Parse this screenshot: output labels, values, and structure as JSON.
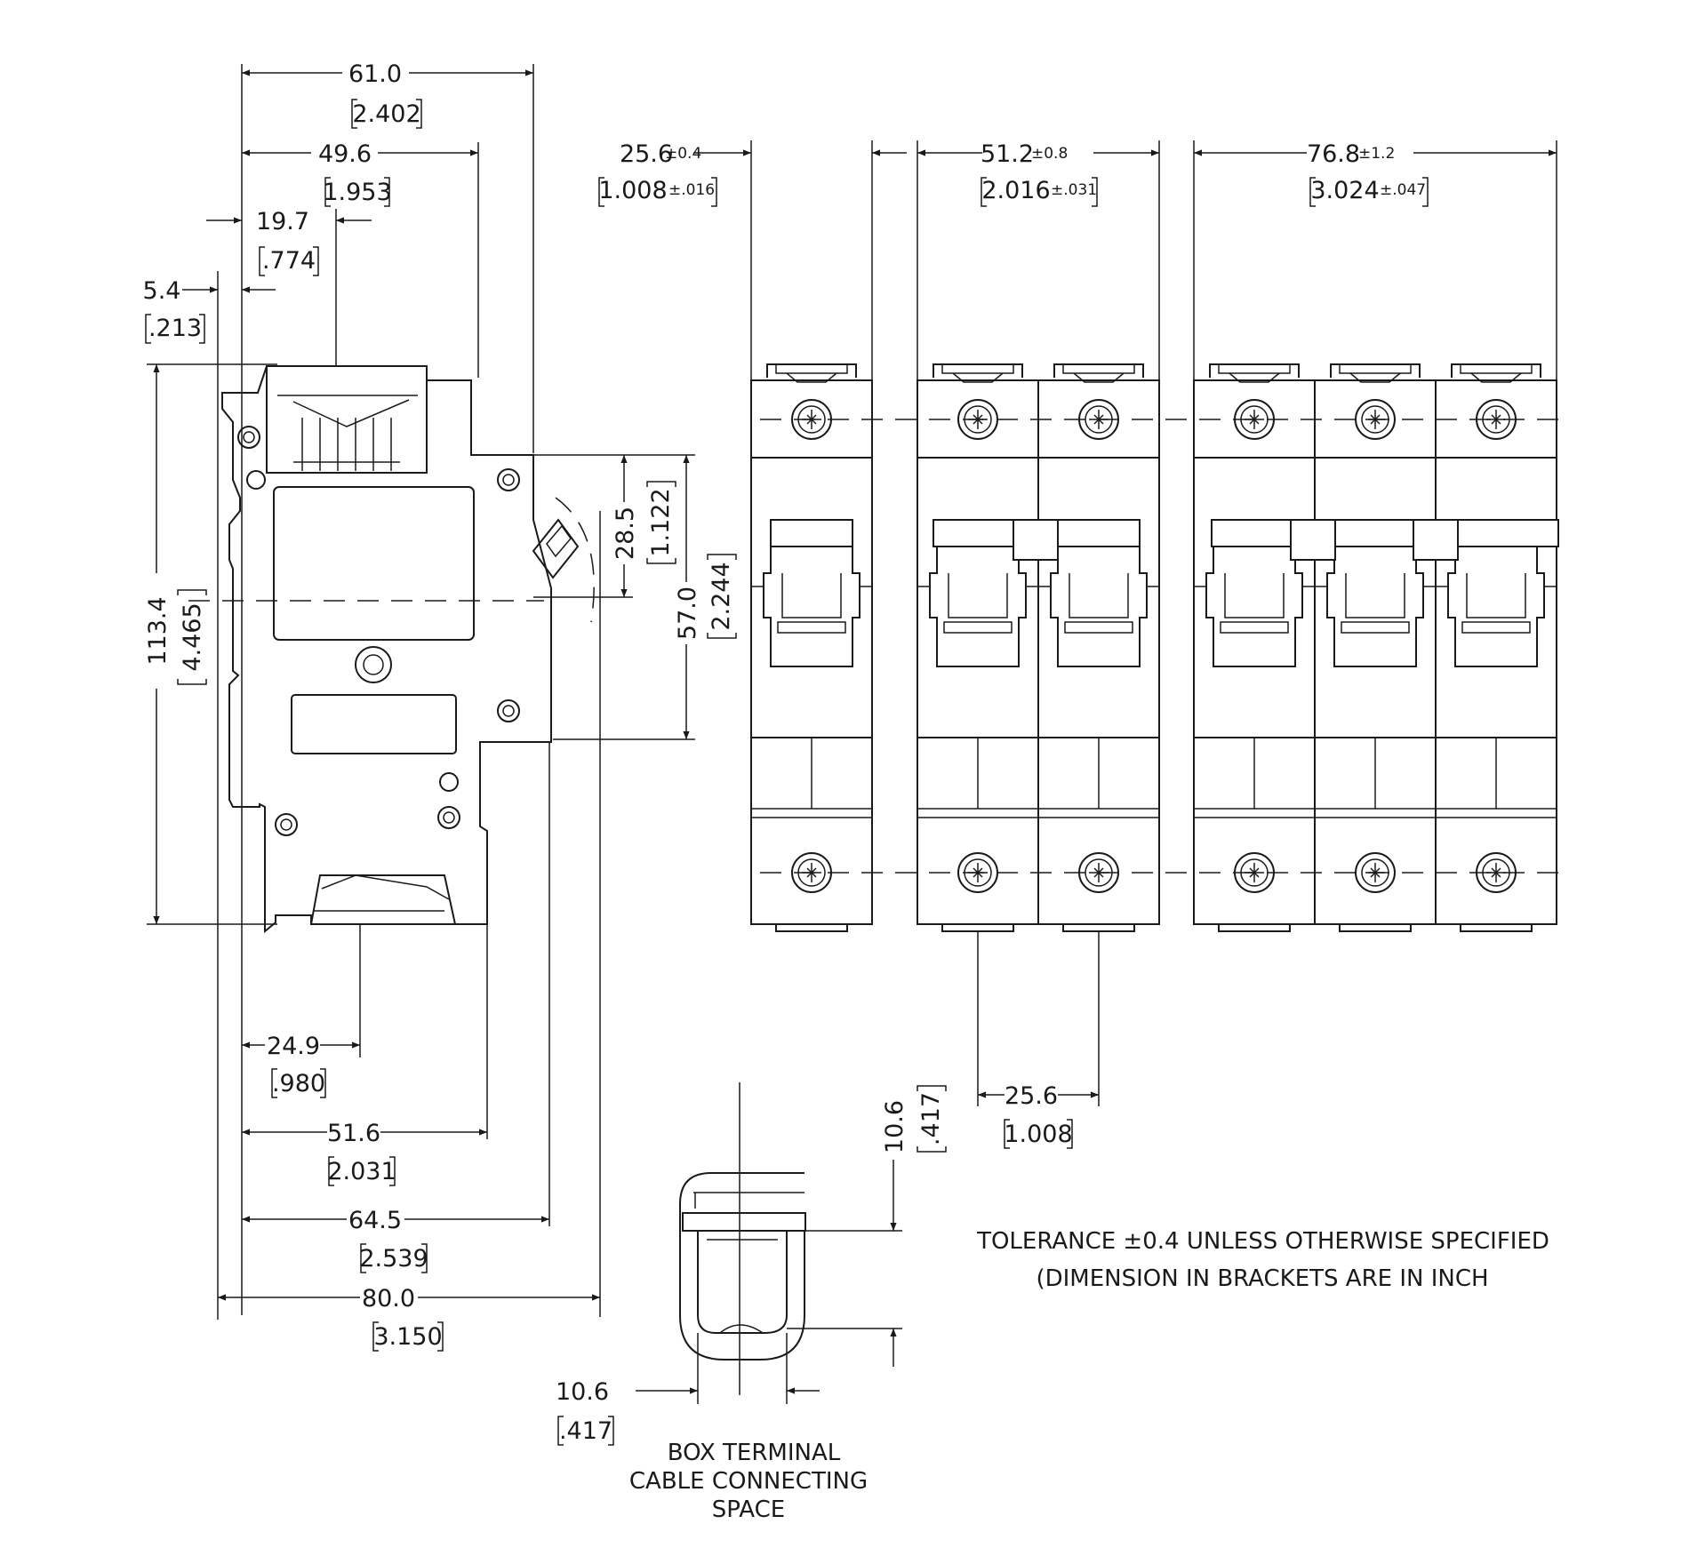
{
  "side_view": {
    "dims": {
      "w61": {
        "mm": "61.0",
        "inch": "2.402"
      },
      "w49": {
        "mm": "49.6",
        "inch": "1.953"
      },
      "w19": {
        "mm": "19.7",
        "inch": ".774"
      },
      "w5": {
        "mm": "5.4",
        "inch": ".213"
      },
      "h113": {
        "mm": "113.4",
        "inch": "4.465"
      },
      "h28": {
        "mm": "28.5",
        "inch": "1.122"
      },
      "h57": {
        "mm": "57.0",
        "inch": "2.244"
      },
      "b24": {
        "mm": "24.9",
        "inch": ".980"
      },
      "b51": {
        "mm": "51.6",
        "inch": "2.031"
      },
      "b64": {
        "mm": "64.5",
        "inch": "2.539"
      },
      "b80": {
        "mm": "80.0",
        "inch": "3.150"
      }
    }
  },
  "front_view": {
    "dims": {
      "p1": {
        "mm": "25.6",
        "mm_tol": "±0.4",
        "inch": "1.008",
        "inch_tol": "±.016"
      },
      "p2": {
        "mm": "51.2",
        "mm_tol": "±0.8",
        "inch": "2.016",
        "inch_tol": "±.031"
      },
      "p3": {
        "mm": "76.8",
        "mm_tol": "±1.2",
        "inch": "3.024",
        "inch_tol": "±.047"
      },
      "pitch": {
        "mm": "25.6",
        "inch": "1.008"
      }
    }
  },
  "box_terminal": {
    "dims": {
      "height": {
        "mm": "10.6",
        "inch": ".417"
      },
      "width": {
        "mm": "10.6",
        "inch": ".417"
      }
    },
    "caption": [
      "BOX TERMINAL",
      "CABLE CONNECTING",
      "SPACE"
    ]
  },
  "notes": [
    "TOLERANCE ±0.4 UNLESS OTHERWISE SPECIFIED",
    "(DIMENSION IN BRACKETS ARE IN INCH"
  ]
}
